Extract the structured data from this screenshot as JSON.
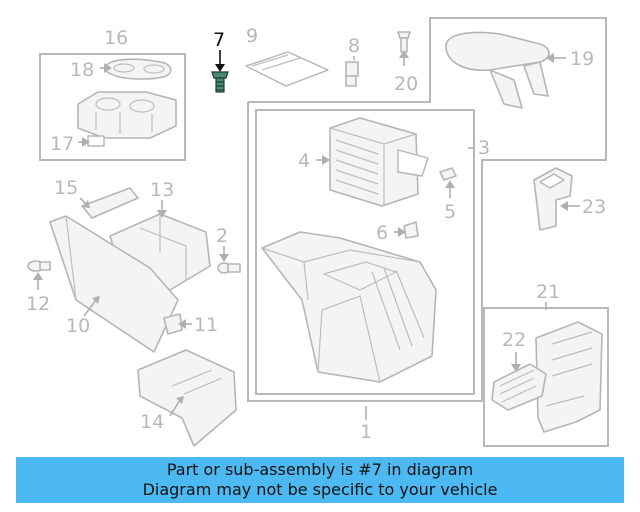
{
  "callouts": {
    "c1": "1",
    "c2": "2",
    "c3": "3",
    "c4": "4",
    "c5": "5",
    "c6": "6",
    "c7": "7",
    "c8": "8",
    "c9": "9",
    "c10": "10",
    "c11": "11",
    "c12": "12",
    "c13": "13",
    "c14": "14",
    "c15": "15",
    "c16": "16",
    "c17": "17",
    "c18": "18",
    "c19": "19",
    "c20": "20",
    "c21": "21",
    "c22": "22",
    "c23": "23"
  },
  "highlighted_part": "7",
  "colors": {
    "banner": "#4cb9f2",
    "highlight": "#4a8a73",
    "line": "#b5b5b5"
  },
  "banner": {
    "line1": "Part or sub-assembly is #7 in diagram",
    "line2": "Diagram may not be specific to your vehicle"
  }
}
